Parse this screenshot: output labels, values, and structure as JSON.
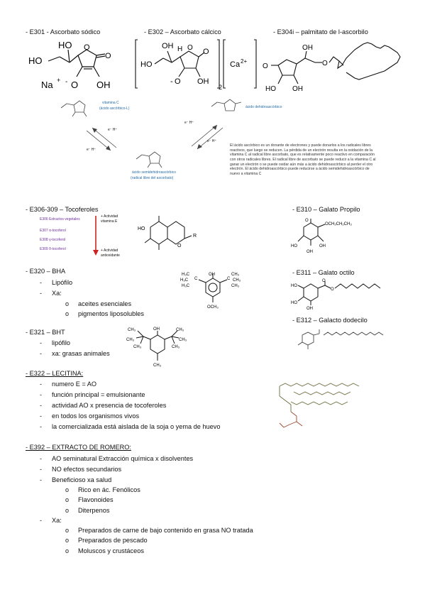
{
  "h_e301": "- E301 - Ascorbato sódico",
  "h_e302": "- E302 – Ascorbato cálcico",
  "h_e304": "- E304i – palmitato de l-ascorbilo",
  "m301": {
    "ho": "HO",
    "oh": "OH",
    "na": "Na",
    "plus": "+",
    "minus": "-",
    "o": "O"
  },
  "m302": {
    "ho": "HO",
    "oh": "OH",
    "o": "O",
    "h": "H",
    "ca": "Ca",
    "sup": "2+",
    "sub": "2"
  },
  "m304": {
    "oh": "OH",
    "ho": "HO",
    "o": "O"
  },
  "vitc": {
    "label1": "vitamina C",
    "label2": "(ácido ascórbico-L)",
    "dehydro": "ácido dehidroascórbico",
    "semi1": "ácido semidehidroascórbico",
    "semi2": "(radical libre del ascorbato)",
    "eh": "e⁻ H⁺",
    "note": "El ácido ascórbico es un donante de electrones y puede donarlos a los radicales libres reactivos, que luego se reducen. La pérdida de un electrón resulta en la oxidación de la vitamina C al radical libre ascorbato, que es relativamente poco reactivo en comparación con otros radicales libres. El radical libre de ascorbato se puede reducir a la vitamina C al ganar un electrón o se puede oxidar aún más a ácido dehidroascórbico al perder el otro electrón. El ácido dehidroascórbico puede reducirse a ácido semidehidroascórbico de nuevo a vitamina C"
  },
  "h_e306": "- E306-309 – Tocoferoles",
  "toco": {
    "list": [
      "E306 Extractos vegetales",
      "E307 α-tocoferol",
      "E308 γ-tocoferol",
      "E309 δ-tocoferol"
    ],
    "top1": "+ Actividad",
    "top2": "vitamina E",
    "bot1": "+ Actividad",
    "bot2": "antioxidante",
    "ho": "HO",
    "o": "O",
    "r": "R"
  },
  "h_e310": "- E310 – Galato Propilo",
  "m310": {
    "o": "O",
    "ho": "HO",
    "oh": "OH",
    "chain": "OCH₂CH₂CH₃"
  },
  "h_e311": "- E311 – Galato octilo",
  "h_e312": "- E312 – Galacto dodecilo",
  "h_e320": "- E320 – BHA",
  "bha": {
    "b1": "Lipófilo",
    "b2": "Xa:",
    "s1": "aceites esenciales",
    "s2": "pigmentos liposolubles"
  },
  "m_bha": {
    "oh": "OH",
    "ch3": "CH₃",
    "h3c": "H₃C",
    "och3": "OCH₃",
    "c": "C"
  },
  "h_e321": "- E321 – BHT",
  "bht": {
    "b1": "lipófilo",
    "b2": "xa: grasas animales"
  },
  "m_bht": {
    "oh": "OH",
    "ch3": "CH₃"
  },
  "h_e322": "- E322 – LECITINA:",
  "lec": [
    "numero E = AO",
    "función principal = emulsionante",
    "actividad AO x presencia de tocoferoles",
    "en todos los organismos vivos",
    "la comercializada está aislada de la soja o yema de huevo"
  ],
  "h_e392": "- E392 – EXTRACTO DE ROMERO:",
  "rom": {
    "b1": "AO seminatural Extracción química x disolventes",
    "b2": "NO efectos secundarios",
    "b3": "Beneficioso xa salud",
    "s3": [
      "Rico en ác. Fenólicos",
      "Flavonoides",
      "Diterpenos"
    ],
    "b4": "Xa:",
    "s4": [
      "Preparados de carne de bajo contenido en grasa NO tratada",
      "Preparados de pescado",
      "Moluscos y crustáceos"
    ]
  },
  "dash": "-",
  "circ": "o",
  "colors": {
    "text": "#111111",
    "blue": "#2a6ea6",
    "purple": "#7030a0",
    "red": "#cc2222",
    "gray": "#666666",
    "lec_olive": "#6b6b3a",
    "lec_red": "#a0442c"
  }
}
